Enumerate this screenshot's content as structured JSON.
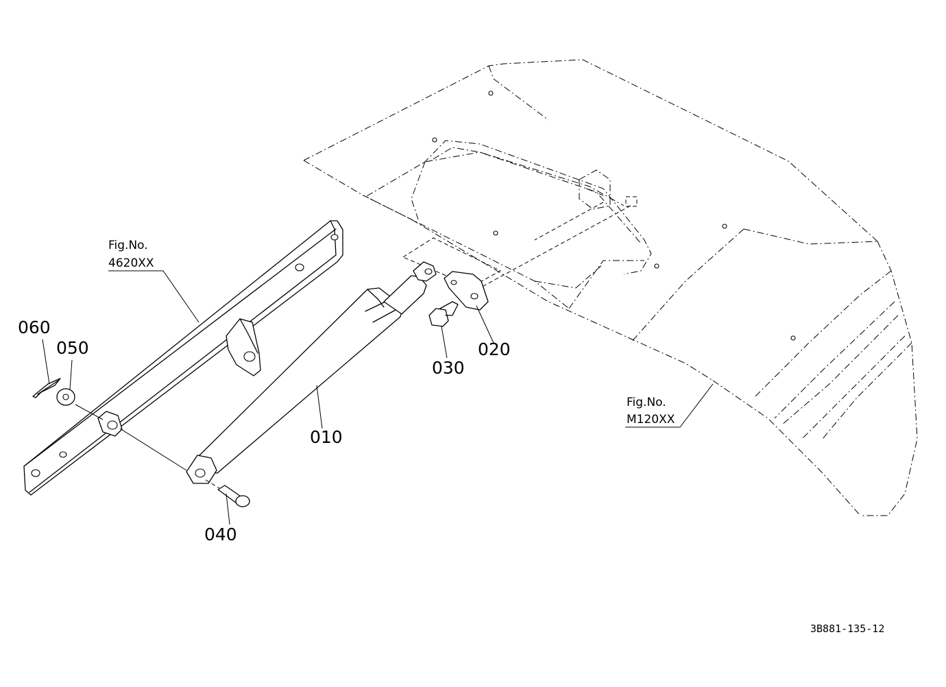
{
  "parts": [
    {
      "id": "010"
    },
    {
      "id": "020"
    },
    {
      "id": "030"
    },
    {
      "id": "040"
    },
    {
      "id": "050"
    },
    {
      "id": "060"
    }
  ],
  "references": [
    {
      "line1": "Fig.No.",
      "line2": "4620XX"
    },
    {
      "line1": "Fig.No.",
      "line2": "M120XX"
    }
  ],
  "drawing_code": "3B881-135-12"
}
